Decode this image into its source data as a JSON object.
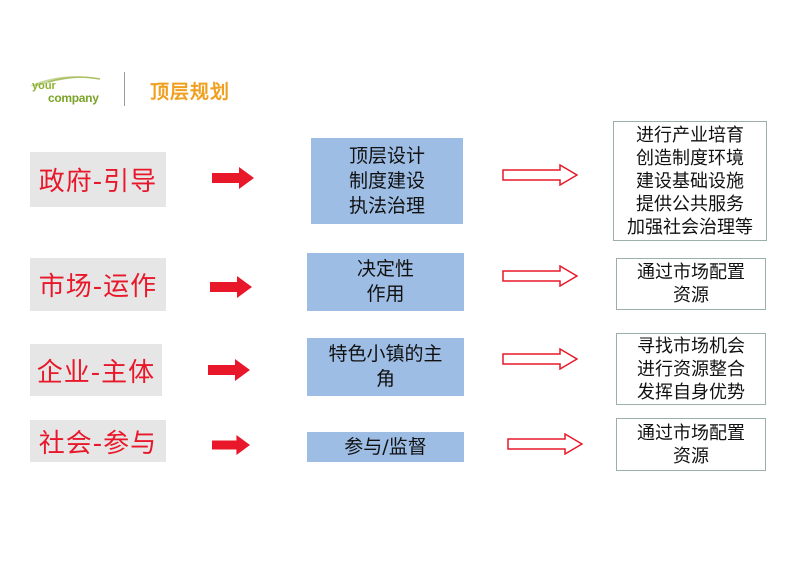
{
  "header": {
    "logo_line1": "your",
    "logo_line2": "company",
    "title": "顶层规划"
  },
  "rows": [
    {
      "label": "政府-引导",
      "center": [
        "顶层设计",
        "制度建设",
        "执法治理"
      ],
      "result": [
        "进行产业培育",
        "创造制度环境",
        "建设基础设施",
        "提供公共服务",
        "加强社会治理等"
      ]
    },
    {
      "label": "市场-运作",
      "center": [
        "决定性",
        "作用"
      ],
      "result": [
        "通过市场配置",
        "资源"
      ]
    },
    {
      "label": "企业-主体",
      "center": [
        "特色小镇的主",
        "角"
      ],
      "result": [
        "寻找市场机会",
        "进行资源整合",
        "发挥自身优势"
      ]
    },
    {
      "label": "社会-参与",
      "center": [
        "参与/监督"
      ],
      "result": [
        "通过市场配置",
        "资源"
      ]
    }
  ],
  "colors": {
    "label_text": "#e8182a",
    "label_bg": "#e6e6e6",
    "center_bg": "#9dbde5",
    "arrow_red": "#e8182a",
    "title": "#f0a020"
  },
  "icons": {
    "solid_arrow": "arrow-right-solid-icon",
    "outline_arrow": "arrow-right-outline-icon"
  }
}
